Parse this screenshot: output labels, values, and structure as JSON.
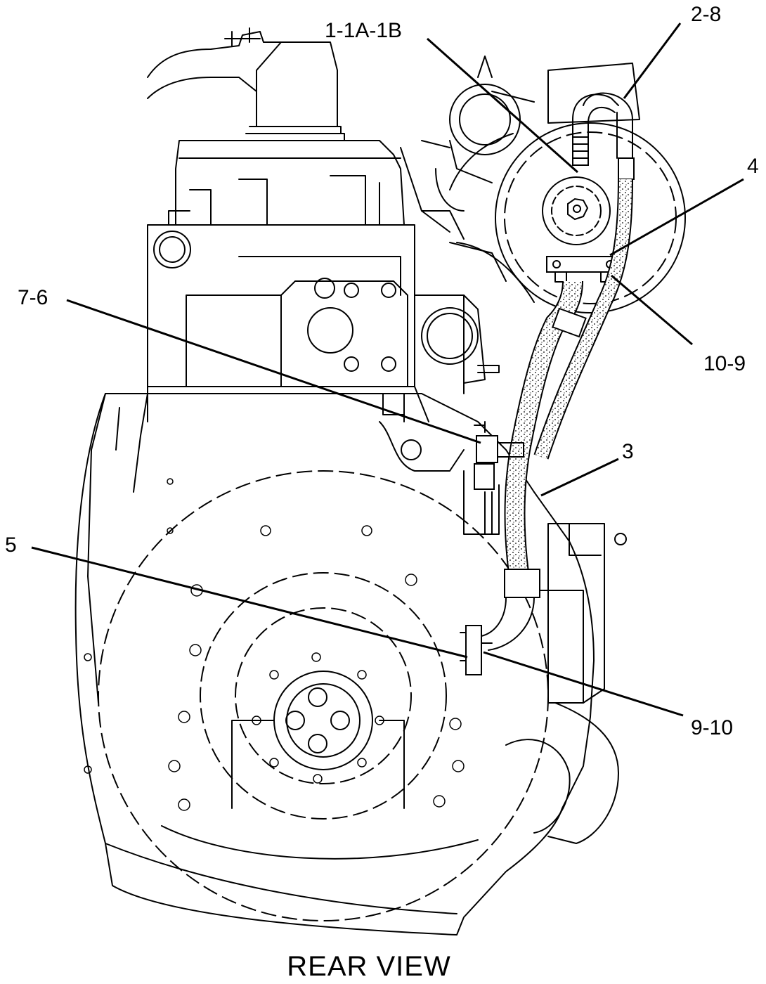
{
  "callouts": [
    {
      "id": "c-1-1a-1b",
      "label": "1-1A-1B"
    },
    {
      "id": "c-2-8",
      "label": "2-8"
    },
    {
      "id": "c-4",
      "label": "4"
    },
    {
      "id": "c-7-6",
      "label": "7-6"
    },
    {
      "id": "c-10-9",
      "label": "10-9"
    },
    {
      "id": "c-3",
      "label": "3"
    },
    {
      "id": "c-5",
      "label": "5"
    },
    {
      "id": "c-9-10",
      "label": "9-10"
    }
  ],
  "view_title": "REAR VIEW"
}
